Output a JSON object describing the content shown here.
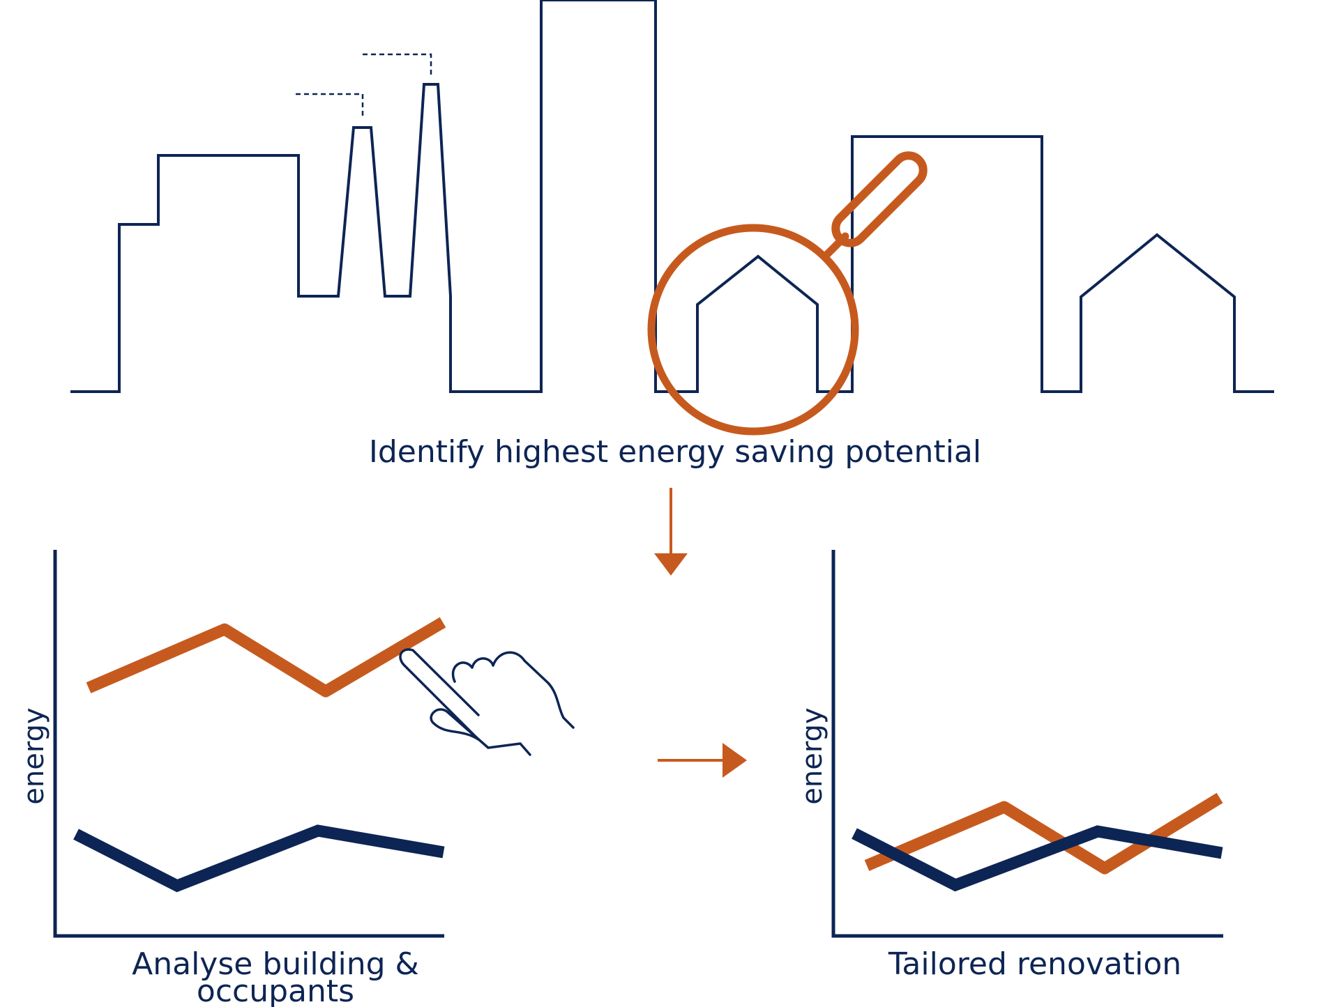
{
  "colors": {
    "navy": "#0d2554",
    "orange": "#c65a1e"
  },
  "top": {
    "caption": "Identify highest energy saving potential"
  },
  "left_panel": {
    "ylabel": "energy",
    "caption_line1": "Analyse building &",
    "caption_line2": "occupants"
  },
  "right_panel": {
    "ylabel": "energy",
    "caption": "Tailored renovation"
  },
  "icons": [
    "skyline-icon",
    "magnifier-icon",
    "house-icon",
    "hand-pointer-icon",
    "arrow-down-icon",
    "arrow-right-icon"
  ]
}
